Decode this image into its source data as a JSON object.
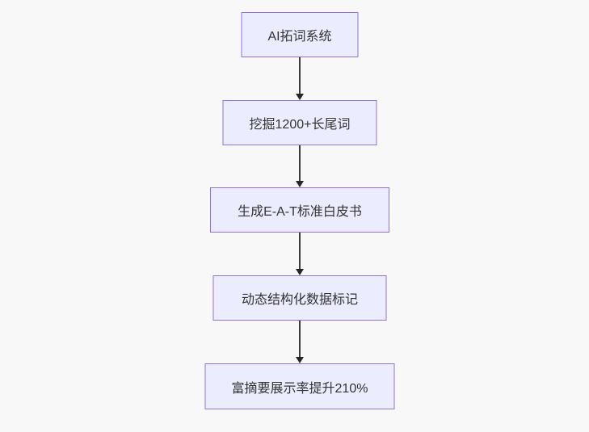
{
  "diagram": {
    "type": "flowchart",
    "direction": "top-down",
    "nodes": [
      {
        "id": "step-1",
        "label": "AI拓词系统"
      },
      {
        "id": "step-2",
        "label": "挖掘1200+长尾词"
      },
      {
        "id": "step-3",
        "label": "生成E-A-T标准白皮书"
      },
      {
        "id": "step-4",
        "label": "动态结构化数据标记"
      },
      {
        "id": "step-5",
        "label": "富摘要展示率提升210%"
      }
    ],
    "edges": [
      {
        "from": "step-1",
        "to": "step-2",
        "arrow": "down"
      },
      {
        "from": "step-2",
        "to": "step-3",
        "arrow": "down"
      },
      {
        "from": "step-3",
        "to": "step-4",
        "arrow": "down"
      },
      {
        "from": "step-4",
        "to": "step-5",
        "arrow": "down"
      }
    ],
    "colors": {
      "node_fill": "#ECECFF",
      "node_border": "#9370DB",
      "node_text": "#333333",
      "edge_line": "#3b3b3b",
      "arrowhead": "#262626",
      "background": "#f8f8f8"
    }
  }
}
